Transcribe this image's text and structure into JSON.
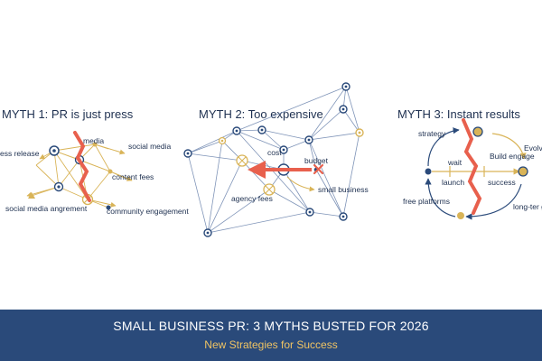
{
  "colors": {
    "navy": "#2a4a7a",
    "ink": "#1e3050",
    "gold": "#d9b458",
    "red": "#e8604d",
    "line": "#7f94b8",
    "subtitle": "#f0c463"
  },
  "panels": [
    {
      "title": "MYTH 1: PR is just press",
      "labels": [
        "ess release",
        "media",
        "social media",
        "content fees",
        "social media angrement",
        "community engagement"
      ]
    },
    {
      "title": "MYTH 2: Too expensive",
      "labels": [
        "cost",
        "budget",
        "agency fees",
        "small business"
      ]
    },
    {
      "title": "MYTH 3: Instant results",
      "labels": [
        "strategy",
        "Build engage",
        "Evolv",
        "wait",
        "launch",
        "success",
        "free platforms",
        "long-ter growth"
      ]
    }
  ],
  "banner": {
    "title": "SMALL BUSINESS PR: 3 MYTHS BUSTED FOR 2026",
    "subtitle": "New Strategies for Success"
  }
}
